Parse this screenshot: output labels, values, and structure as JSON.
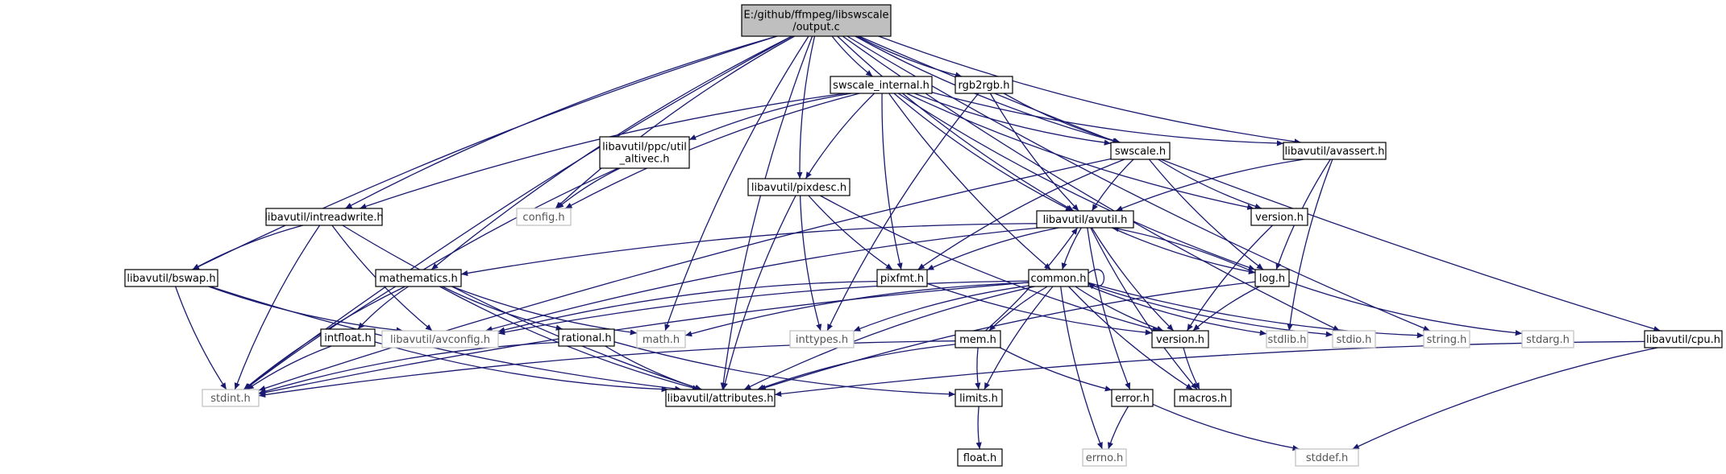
{
  "diagram": {
    "title": "E:/github/ffmpeg/libswscale/output.c",
    "colors": {
      "edge": "#191970",
      "root_fill": "#bfbfbf",
      "root_border": "#000000",
      "project_border": "#000000",
      "system_border": "#bfbfbf",
      "fill": "#ffffff"
    },
    "nodes": [
      {
        "id": "root",
        "label": "E:/github/ffmpeg/libswscale\n/output.c",
        "kind": "root"
      },
      {
        "id": "swscale_internal",
        "label": "swscale_internal.h",
        "kind": "project"
      },
      {
        "id": "rgb2rgb",
        "label": "rgb2rgb.h",
        "kind": "project"
      },
      {
        "id": "altivec",
        "label": "libavutil/ppc/util\n_altivec.h",
        "kind": "project"
      },
      {
        "id": "swscale",
        "label": "swscale.h",
        "kind": "project"
      },
      {
        "id": "avassert",
        "label": "libavutil/avassert.h",
        "kind": "project"
      },
      {
        "id": "config",
        "label": "config.h",
        "kind": "system"
      },
      {
        "id": "intreadwrite",
        "label": "libavutil/intreadwrite.h",
        "kind": "project"
      },
      {
        "id": "pixdesc",
        "label": "libavutil/pixdesc.h",
        "kind": "project"
      },
      {
        "id": "avutil",
        "label": "libavutil/avutil.h",
        "kind": "project"
      },
      {
        "id": "version_sw",
        "label": "version.h",
        "kind": "project"
      },
      {
        "id": "bswap",
        "label": "libavutil/bswap.h",
        "kind": "project"
      },
      {
        "id": "mathematics",
        "label": "mathematics.h",
        "kind": "project"
      },
      {
        "id": "pixfmt",
        "label": "pixfmt.h",
        "kind": "project"
      },
      {
        "id": "common",
        "label": "common.h",
        "kind": "project"
      },
      {
        "id": "log",
        "label": "log.h",
        "kind": "project"
      },
      {
        "id": "intfloat",
        "label": "intfloat.h",
        "kind": "project"
      },
      {
        "id": "avconfig",
        "label": "libavutil/avconfig.h",
        "kind": "system"
      },
      {
        "id": "rational",
        "label": "rational.h",
        "kind": "project"
      },
      {
        "id": "math",
        "label": "math.h",
        "kind": "system"
      },
      {
        "id": "inttypes",
        "label": "inttypes.h",
        "kind": "system"
      },
      {
        "id": "mem",
        "label": "mem.h",
        "kind": "project"
      },
      {
        "id": "version_u",
        "label": "version.h",
        "kind": "project"
      },
      {
        "id": "stdlib",
        "label": "stdlib.h",
        "kind": "system"
      },
      {
        "id": "stdio",
        "label": "stdio.h",
        "kind": "system"
      },
      {
        "id": "string",
        "label": "string.h",
        "kind": "system"
      },
      {
        "id": "stdarg",
        "label": "stdarg.h",
        "kind": "system"
      },
      {
        "id": "cpu",
        "label": "libavutil/cpu.h",
        "kind": "project"
      },
      {
        "id": "stdint",
        "label": "stdint.h",
        "kind": "system"
      },
      {
        "id": "attributes",
        "label": "libavutil/attributes.h",
        "kind": "project"
      },
      {
        "id": "limits",
        "label": "limits.h",
        "kind": "project"
      },
      {
        "id": "error",
        "label": "error.h",
        "kind": "project"
      },
      {
        "id": "macros",
        "label": "macros.h",
        "kind": "project"
      },
      {
        "id": "float",
        "label": "float.h",
        "kind": "project"
      },
      {
        "id": "errno",
        "label": "errno.h",
        "kind": "system"
      },
      {
        "id": "stddef",
        "label": "stddef.h",
        "kind": "system"
      }
    ],
    "edges": [
      [
        "root",
        "swscale_internal"
      ],
      [
        "root",
        "rgb2rgb"
      ],
      [
        "root",
        "swscale"
      ],
      [
        "root",
        "avassert"
      ],
      [
        "root",
        "config"
      ],
      [
        "root",
        "intreadwrite"
      ],
      [
        "root",
        "pixdesc"
      ],
      [
        "root",
        "avutil"
      ],
      [
        "root",
        "bswap"
      ],
      [
        "root",
        "mathematics"
      ],
      [
        "root",
        "math"
      ],
      [
        "root",
        "attributes"
      ],
      [
        "root",
        "stdint"
      ],
      [
        "root",
        "stdio"
      ],
      [
        "root",
        "string"
      ],
      [
        "root",
        "cpu"
      ],
      [
        "swscale_internal",
        "altivec"
      ],
      [
        "swscale_internal",
        "config"
      ],
      [
        "swscale_internal",
        "intreadwrite"
      ],
      [
        "swscale_internal",
        "pixdesc"
      ],
      [
        "swscale_internal",
        "pixfmt"
      ],
      [
        "swscale_internal",
        "avutil"
      ],
      [
        "swscale_internal",
        "common"
      ],
      [
        "swscale_internal",
        "log"
      ],
      [
        "swscale_internal",
        "version_sw"
      ],
      [
        "swscale_internal",
        "avassert"
      ],
      [
        "swscale_internal",
        "swscale"
      ],
      [
        "rgb2rgb",
        "inttypes"
      ],
      [
        "rgb2rgb",
        "avutil"
      ],
      [
        "rgb2rgb",
        "swscale"
      ],
      [
        "altivec",
        "config"
      ],
      [
        "altivec",
        "stdint"
      ],
      [
        "swscale",
        "stdint"
      ],
      [
        "swscale",
        "avutil"
      ],
      [
        "swscale",
        "pixfmt"
      ],
      [
        "swscale",
        "log"
      ],
      [
        "swscale",
        "version_sw"
      ],
      [
        "avassert",
        "avutil"
      ],
      [
        "avassert",
        "log"
      ],
      [
        "avassert",
        "stdlib"
      ],
      [
        "version_sw",
        "version_u"
      ],
      [
        "intreadwrite",
        "bswap"
      ],
      [
        "intreadwrite",
        "stdint"
      ],
      [
        "intreadwrite",
        "avconfig"
      ],
      [
        "intreadwrite",
        "attributes"
      ],
      [
        "pixdesc",
        "inttypes"
      ],
      [
        "pixdesc",
        "pixfmt"
      ],
      [
        "pixdesc",
        "attributes"
      ],
      [
        "pixdesc",
        "version_u"
      ],
      [
        "avutil",
        "common"
      ],
      [
        "avutil",
        "log"
      ],
      [
        "avutil",
        "mathematics"
      ],
      [
        "avutil",
        "pixfmt"
      ],
      [
        "avutil",
        "version_u"
      ],
      [
        "avutil",
        "error"
      ],
      [
        "avutil",
        "macros"
      ],
      [
        "avutil",
        "avconfig"
      ],
      [
        "bswap",
        "stdint"
      ],
      [
        "bswap",
        "avconfig"
      ],
      [
        "bswap",
        "attributes"
      ],
      [
        "mathematics",
        "stdint"
      ],
      [
        "mathematics",
        "math"
      ],
      [
        "mathematics",
        "intfloat"
      ],
      [
        "mathematics",
        "rational"
      ],
      [
        "mathematics",
        "attributes"
      ],
      [
        "pixfmt",
        "avconfig"
      ],
      [
        "pixfmt",
        "version_u"
      ],
      [
        "common",
        "inttypes"
      ],
      [
        "common",
        "math"
      ],
      [
        "common",
        "stdint"
      ],
      [
        "common",
        "stdlib"
      ],
      [
        "common",
        "stdio"
      ],
      [
        "common",
        "string"
      ],
      [
        "common",
        "limits"
      ],
      [
        "common",
        "errno"
      ],
      [
        "common",
        "attributes"
      ],
      [
        "common",
        "macros"
      ],
      [
        "common",
        "version_u"
      ],
      [
        "common",
        "mem"
      ],
      [
        "common",
        "avconfig"
      ],
      [
        "common",
        "common"
      ],
      [
        "log",
        "stdarg"
      ],
      [
        "log",
        "version_u"
      ],
      [
        "log",
        "avutil"
      ],
      [
        "log",
        "attributes"
      ],
      [
        "intfloat",
        "stdint"
      ],
      [
        "intfloat",
        "attributes"
      ],
      [
        "rational",
        "stdint"
      ],
      [
        "rational",
        "limits"
      ],
      [
        "rational",
        "attributes"
      ],
      [
        "mem",
        "attributes"
      ],
      [
        "mem",
        "avutil"
      ],
      [
        "mem",
        "error"
      ],
      [
        "mem",
        "limits"
      ],
      [
        "mem",
        "stdint"
      ],
      [
        "version_u",
        "macros"
      ],
      [
        "cpu",
        "attributes"
      ],
      [
        "cpu",
        "stddef"
      ],
      [
        "limits",
        "float"
      ],
      [
        "error",
        "errno"
      ],
      [
        "error",
        "stddef"
      ]
    ]
  }
}
